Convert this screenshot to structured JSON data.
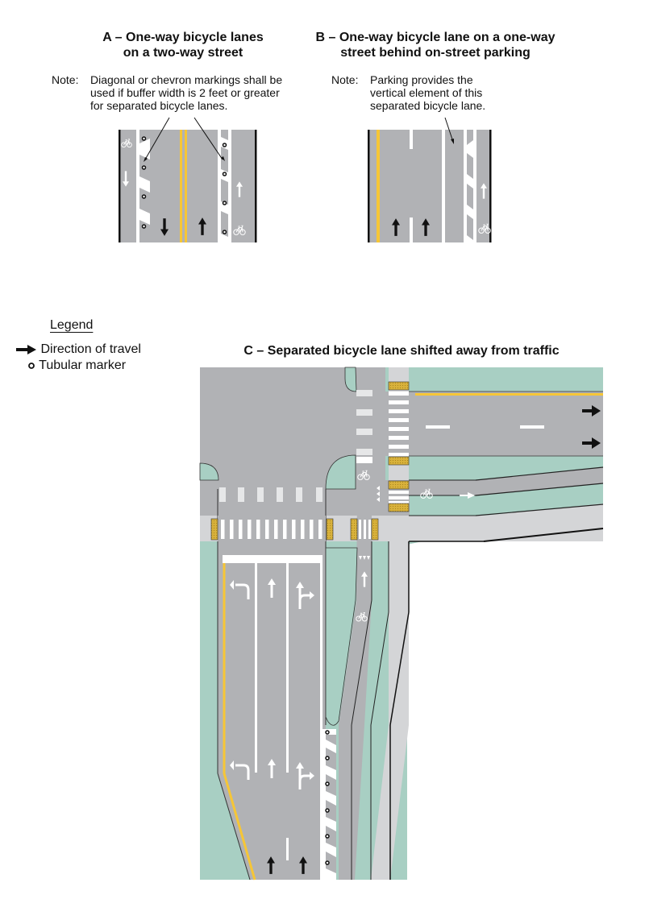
{
  "panels": {
    "a": {
      "title_line1": "A – One-way bicycle lanes",
      "title_line2": "on a two-way street",
      "note_label": "Note:",
      "note_lines": [
        "Diagonal or chevron markings shall be",
        "used if buffer width is 2 feet or greater",
        "for separated bicycle lanes."
      ]
    },
    "b": {
      "title_line1": "B – One-way bicycle lane on a one-way",
      "title_line2": "street behind on-street parking",
      "note_label": "Note:",
      "note_lines": [
        "Parking provides the",
        "vertical element of this",
        "separated bicycle lane."
      ]
    },
    "c": {
      "title": "C – Separated bicycle lane shifted away from traffic"
    }
  },
  "legend": {
    "title": "Legend",
    "items": [
      {
        "icon": "arrow-right-icon",
        "label": "Direction of travel"
      },
      {
        "icon": "tubular-marker-icon",
        "label": "Tubular marker"
      }
    ]
  },
  "colors": {
    "pavement": "#b1b2b5",
    "buffer_green": "#a8cfc3",
    "sidewalk": "#d4d5d7",
    "yellow_line": "#f6c636",
    "truncated_dome": "#d9b23b",
    "marking_white": "#ffffff",
    "crosswalk_light": "#e6e7e8",
    "outline": "#1a1a1a"
  }
}
